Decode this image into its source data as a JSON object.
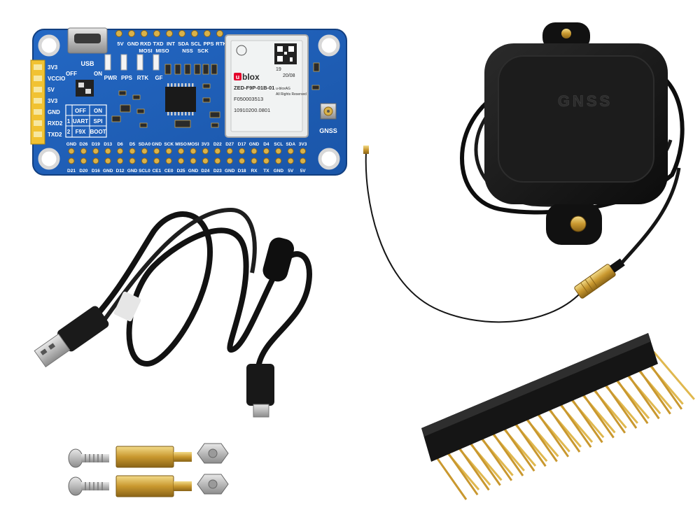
{
  "board": {
    "usb_label": "USB",
    "top_header_labels": [
      "5V",
      "GND",
      "RXD",
      "TXD",
      "INT",
      "SDA",
      "SCL",
      "PPS",
      "RTK"
    ],
    "spi_labels": [
      "MOSI",
      "MISO",
      "NSS",
      "SCK"
    ],
    "led_labels": [
      "PWR",
      "PPS",
      "RTK",
      "GF"
    ],
    "switch_off": "OFF",
    "switch_on": "ON",
    "left_pins": [
      "3V3",
      "VCCIO",
      "5V",
      "3V3",
      "GND",
      "RXD2",
      "TXD2"
    ],
    "mode_table": {
      "header": [
        "OFF",
        "ON"
      ],
      "row1": [
        "1",
        "UART",
        "SPI"
      ],
      "row2": [
        "2",
        "F9X",
        "BOOT"
      ]
    },
    "antenna_label": "GNSS",
    "bottom_top_row": [
      "GND",
      "D26",
      "D19",
      "D13",
      "D6",
      "D5",
      "SDA0",
      "GND",
      "SCK",
      "MISO",
      "MOSI",
      "3V3",
      "D22",
      "D27",
      "D17",
      "GND",
      "D4",
      "SCL",
      "SDA",
      "3V3"
    ],
    "bottom_bottom_row": [
      "D21",
      "D20",
      "D16",
      "GND",
      "D12",
      "GND",
      "SCL0",
      "CE1",
      "CE0",
      "D25",
      "GND",
      "D24",
      "D23",
      "GND",
      "D18",
      "RX",
      "TX",
      "GND",
      "5V",
      "5V"
    ]
  },
  "module": {
    "brand": "blox",
    "part": "ZED-F9P-01B-01",
    "serial": "F050003513",
    "code": "10910200.0801",
    "date_a": "19",
    "date_b": "20/08",
    "mark": "u-bloxAG",
    "rights": "All Rights Reserved"
  },
  "antenna": {
    "emboss": "GNSS"
  },
  "colors": {
    "pcb": "#1f5fb8",
    "pcb_dark": "#164a92",
    "gold": "#d9b24a",
    "cable": "#141414",
    "module": "#eceeee"
  }
}
